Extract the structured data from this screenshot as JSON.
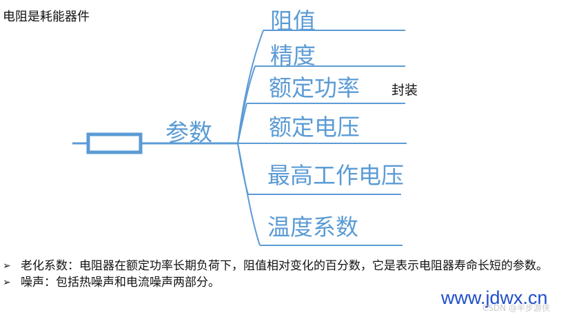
{
  "title": "电阻是耗能器件",
  "center_label": "参数",
  "branches": [
    "阻值",
    "精度",
    "额定功率",
    "额定电压",
    "最高工作电压",
    "温度系数"
  ],
  "side_note": "封装",
  "bullets": [
    "老化系数：电阻器在额定功率长期负荷下，阻值相对变化的百分数，它是表示电阻器寿命长短的参数。",
    "噪声：包括热噪声和电流噪声两部分。"
  ],
  "watermark": "www.jdwx.cn",
  "faint_watermark": "CSDN @半步游侠",
  "colors": {
    "accent": "#5b9bd5"
  },
  "icons": {
    "bullet": "arrow-bullet-icon",
    "resistor": "resistor-icon"
  }
}
